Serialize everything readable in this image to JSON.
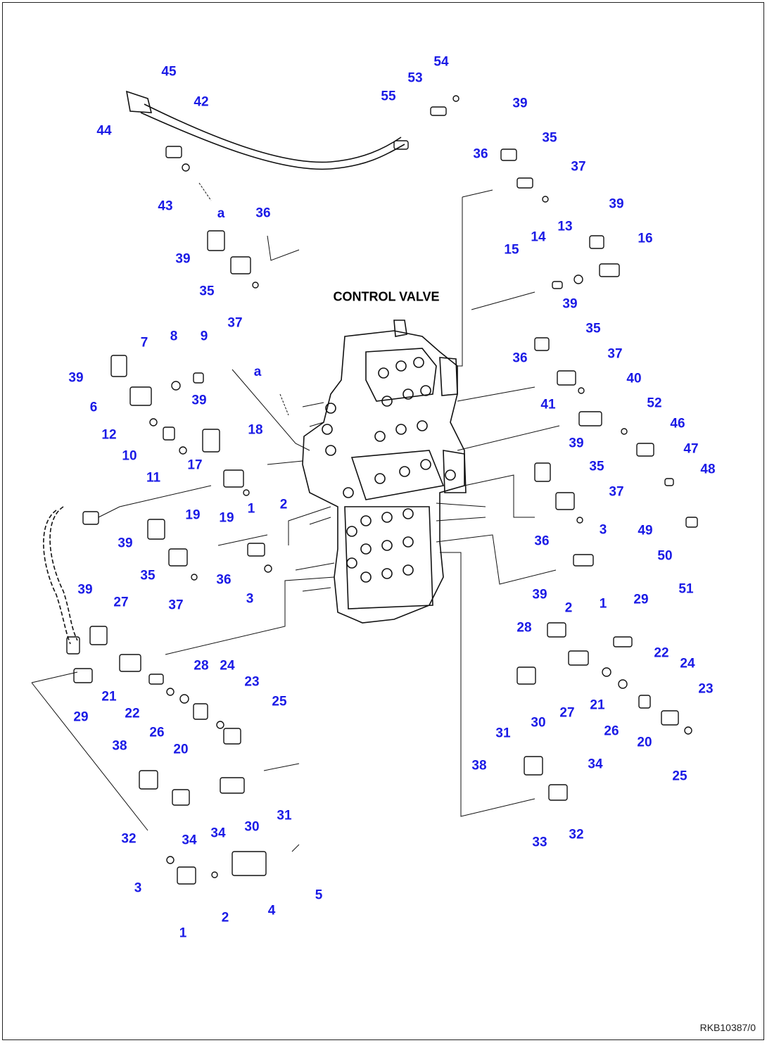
{
  "diagram": {
    "title": "CONTROL VALVE",
    "drawing_code": "RKB10387/0",
    "marker_label": "a",
    "callouts": [
      "1",
      "2",
      "3",
      "4",
      "5",
      "6",
      "7",
      "8",
      "9",
      "10",
      "11",
      "12",
      "13",
      "14",
      "15",
      "16",
      "17",
      "18",
      "19",
      "20",
      "21",
      "22",
      "23",
      "24",
      "25",
      "26",
      "27",
      "28",
      "29",
      "30",
      "31",
      "32",
      "33",
      "34",
      "35",
      "36",
      "37",
      "38",
      "39",
      "40",
      "41",
      "42",
      "43",
      "44",
      "45",
      "46",
      "47",
      "48",
      "49",
      "50",
      "51",
      "52",
      "53",
      "54",
      "55"
    ]
  },
  "colors": {
    "callout": "#1a1ae6",
    "line": "#111111",
    "background": "#ffffff"
  }
}
